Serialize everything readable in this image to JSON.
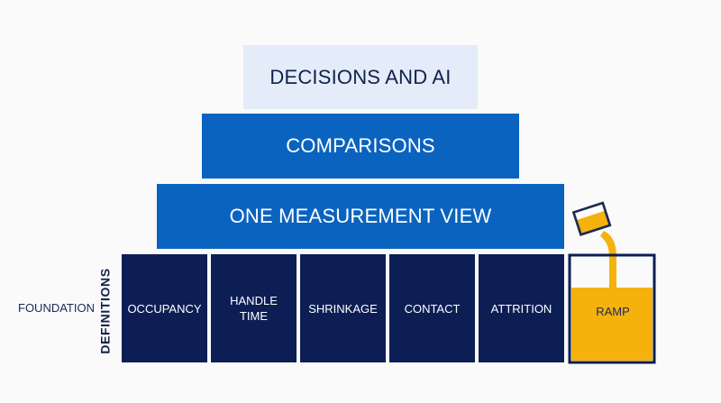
{
  "pyramid": {
    "top": "DECISIONS AND AI",
    "middle": "COMPARISONS",
    "lower": "ONE MEASUREMENT VIEW"
  },
  "foundation": {
    "side_label": "FOUNDATION",
    "group_label": "DEFINITIONS",
    "blocks": [
      {
        "label": "OCCUPANCY"
      },
      {
        "label": "HANDLE TIME"
      },
      {
        "label": "SHRINKAGE"
      },
      {
        "label": "CONTACT"
      },
      {
        "label": "ATTRITION"
      }
    ],
    "ramp": {
      "label": "RAMP",
      "fill_fraction": 0.7
    }
  },
  "colors": {
    "navy": "#0c1e54",
    "blue": "#0a63bf",
    "light_blue": "#e3ecf8",
    "gold": "#f5b20d"
  }
}
